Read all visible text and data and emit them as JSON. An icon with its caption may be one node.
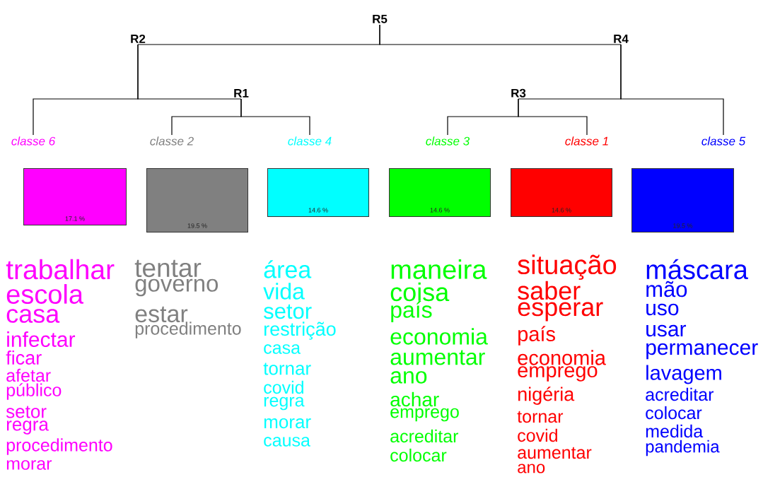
{
  "diagram": {
    "nodes": [
      {
        "text": [
          "R5"
        ]
      },
      {
        "text": [
          "R2"
        ]
      },
      {
        "text": [
          "R4"
        ]
      },
      {
        "text": [
          "R1"
        ]
      },
      {
        "text": [
          "R3"
        ]
      },
      {
        "text": [
          "classe 6"
        ]
      },
      {
        "text": [
          "classe 2"
        ]
      },
      {
        "text": [
          "classe 4"
        ]
      },
      {
        "text": [
          "classe 3"
        ]
      },
      {
        "text": [
          "classe 1"
        ]
      },
      {
        "text": [
          "classe 5"
        ]
      },
      {
        "text": [
          "17.1 %"
        ],
        "beside": [
          "trabalhar",
          "escola",
          "casa",
          "infectar",
          "ficar",
          "afetar",
          "público",
          "setor",
          "regra",
          "procedimento",
          "morar"
        ]
      },
      {
        "text": [
          "19.5 %"
        ],
        "beside": [
          "tentar",
          "governo",
          "estar",
          "procedimento"
        ]
      },
      {
        "text": [
          "14.6 %"
        ],
        "beside": [
          "área",
          "vida",
          "setor",
          "restrição",
          "casa",
          "tornar",
          "covid",
          "regra",
          "morar",
          "causa"
        ]
      },
      {
        "text": [
          "14.6 %"
        ],
        "beside": [
          "maneira",
          "coisa",
          "país",
          "economia",
          "aumentar",
          "ano",
          "achar",
          "emprego",
          "acreditar",
          "colocar"
        ]
      },
      {
        "text": [
          "14.6 %"
        ],
        "beside": [
          "situação",
          "saber",
          "esperar",
          "país",
          "economia",
          "emprego",
          "nigéria",
          "tornar",
          "covid",
          "aumentar",
          "ano"
        ]
      },
      {
        "text": [
          "19.5 %"
        ],
        "beside": [
          "máscara",
          "mão",
          "uso",
          "usar",
          "permanecer",
          "lavagem",
          "acreditar",
          "colocar",
          "medida",
          "pandemia"
        ]
      }
    ],
    "edges": [
      {
        "from": 0,
        "to": 1,
        "arrow": "none"
      },
      {
        "from": 0,
        "to": 2,
        "arrow": "none"
      },
      {
        "from": 1,
        "to": 5,
        "arrow": "none"
      },
      {
        "from": 1,
        "to": 3,
        "arrow": "none"
      },
      {
        "from": 3,
        "to": 6,
        "arrow": "none"
      },
      {
        "from": 3,
        "to": 7,
        "arrow": "none"
      },
      {
        "from": 2,
        "to": 4,
        "arrow": "none"
      },
      {
        "from": 2,
        "to": 10,
        "arrow": "none"
      },
      {
        "from": 4,
        "to": 8,
        "arrow": "none"
      },
      {
        "from": 4,
        "to": 9,
        "arrow": "none"
      }
    ]
  }
}
